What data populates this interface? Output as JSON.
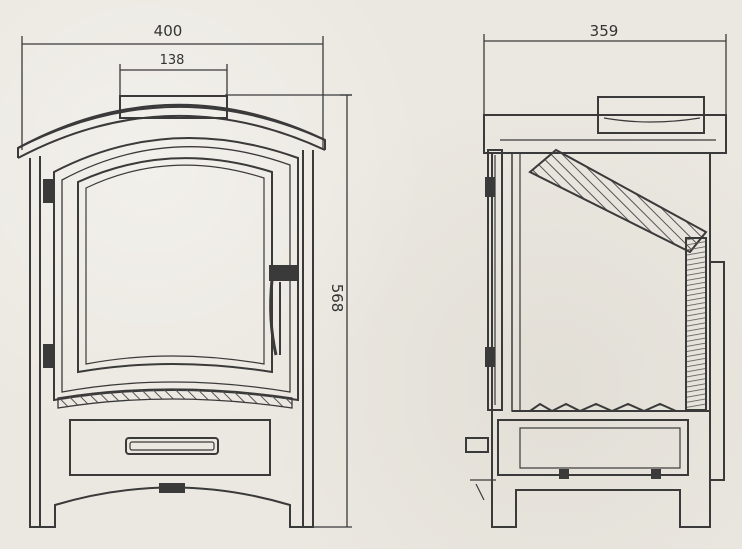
{
  "dimensions": {
    "front_width": "400",
    "flue_width": "138",
    "height": "568",
    "side_depth": "359"
  },
  "colors": {
    "line": "#3a3a3a",
    "background": "#ebe8e1",
    "hatch": "#555555"
  }
}
